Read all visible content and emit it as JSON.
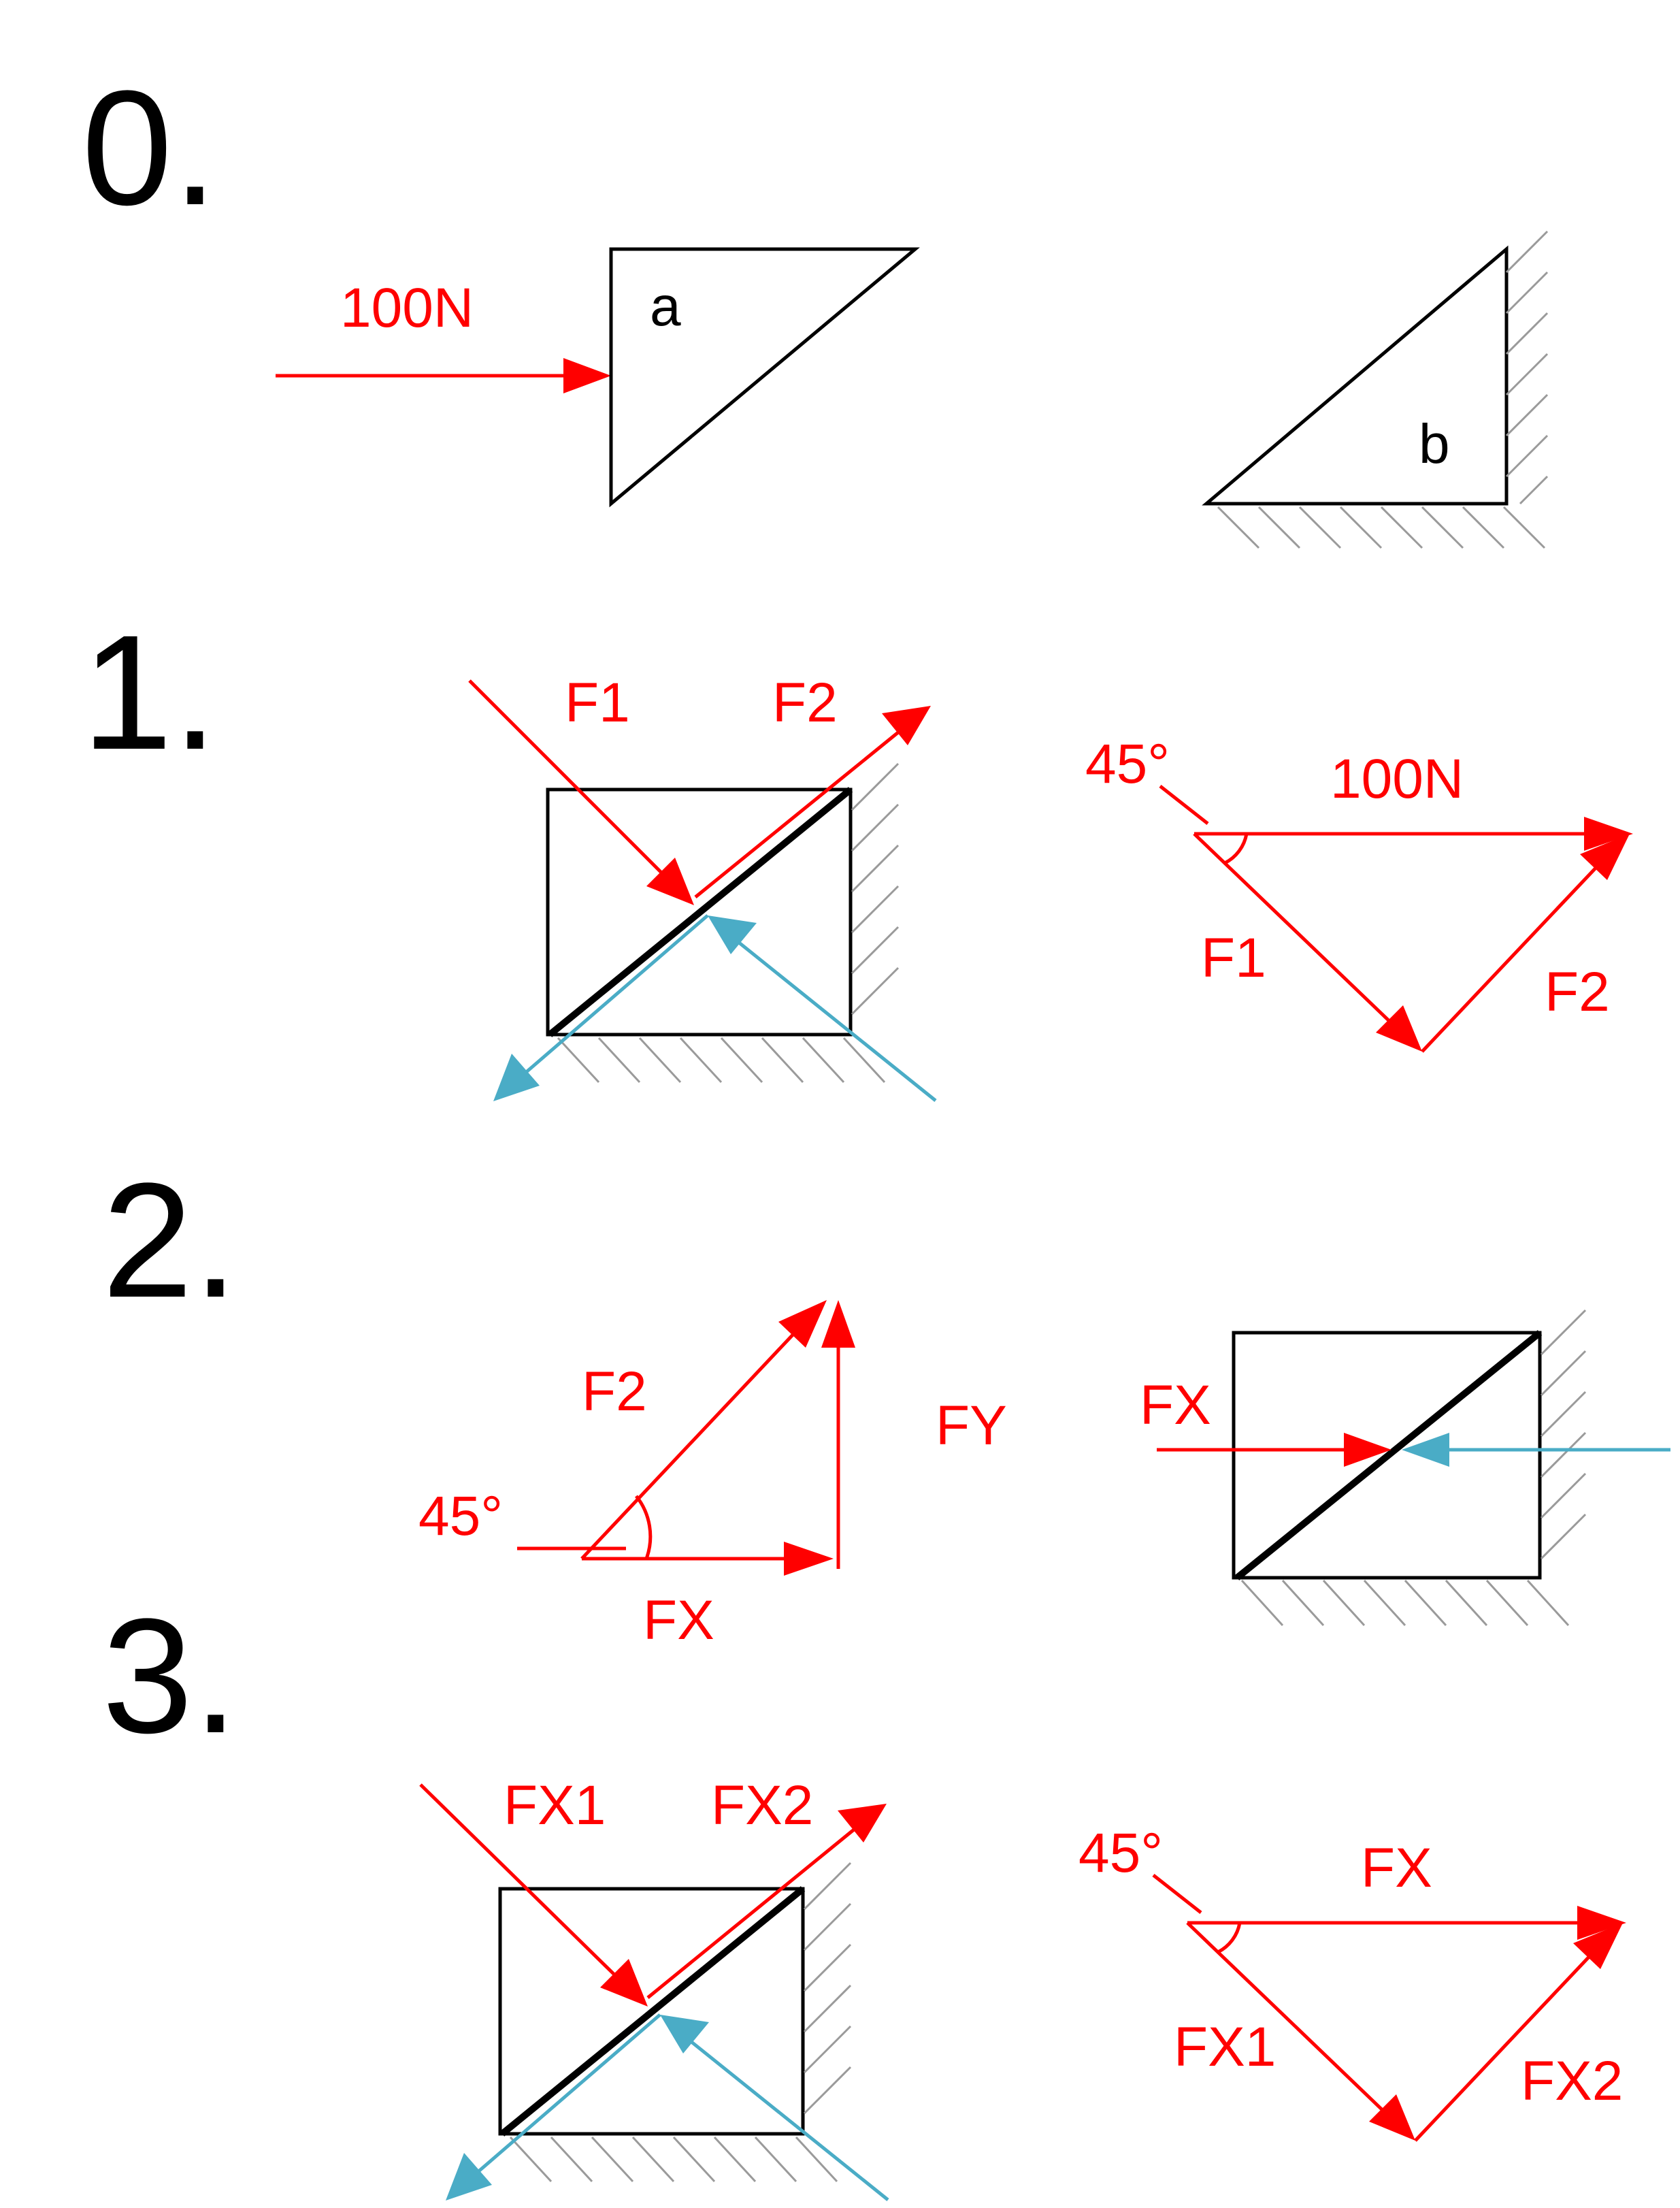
{
  "colors": {
    "force": "#ff0000",
    "reaction": "#4aacc6",
    "outline": "#000000",
    "hatch": "#9a9a9a"
  },
  "steps": [
    {
      "number": "0."
    },
    {
      "number": "1."
    },
    {
      "number": "2."
    },
    {
      "number": "3."
    }
  ],
  "step0": {
    "force_label": "100N",
    "block_a": "a",
    "block_b": "b"
  },
  "step1": {
    "f1": "F1",
    "f2": "F2",
    "triangle": {
      "angle": "45°",
      "base": "100N",
      "left": "F1",
      "right": "F2"
    }
  },
  "step2": {
    "f2": "F2",
    "fy": "FY",
    "angle": "45°",
    "fx": "FX",
    "block_fx": "FX"
  },
  "step3": {
    "fx1": "FX1",
    "fx2": "FX2",
    "triangle": {
      "angle": "45°",
      "base": "FX",
      "left": "FX1",
      "right": "FX2"
    }
  }
}
